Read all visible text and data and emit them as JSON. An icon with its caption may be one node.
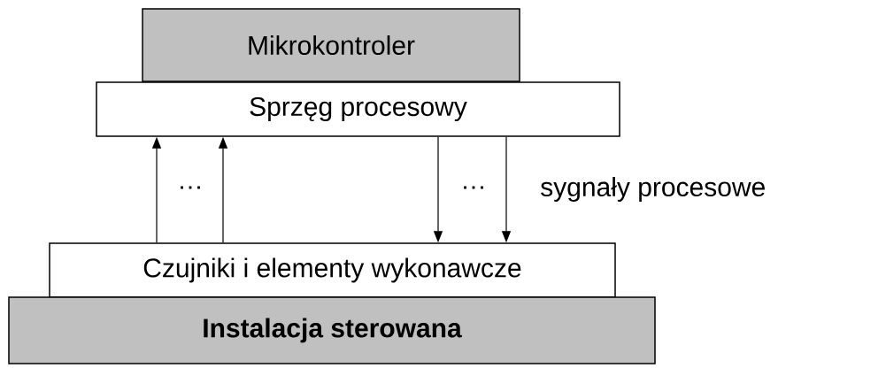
{
  "diagram": {
    "nodes": [
      {
        "text": [
          "Mikrokontroler"
        ]
      },
      {
        "text": [
          "Sprzęg procesowy"
        ]
      },
      {
        "text": [
          "Czujniki i elementy wykonawcze"
        ]
      },
      {
        "text": [
          "Instalacja sterowana"
        ]
      }
    ],
    "edges": [
      {
        "from": 2,
        "to": 1,
        "arrow": "to"
      },
      {
        "from": 2,
        "to": 1,
        "arrow": "to"
      },
      {
        "from": 1,
        "to": 2,
        "arrow": "to"
      },
      {
        "from": 1,
        "to": 2,
        "arrow": "to"
      }
    ],
    "labels": [
      "…",
      "…",
      "sygnały procesowe"
    ]
  }
}
